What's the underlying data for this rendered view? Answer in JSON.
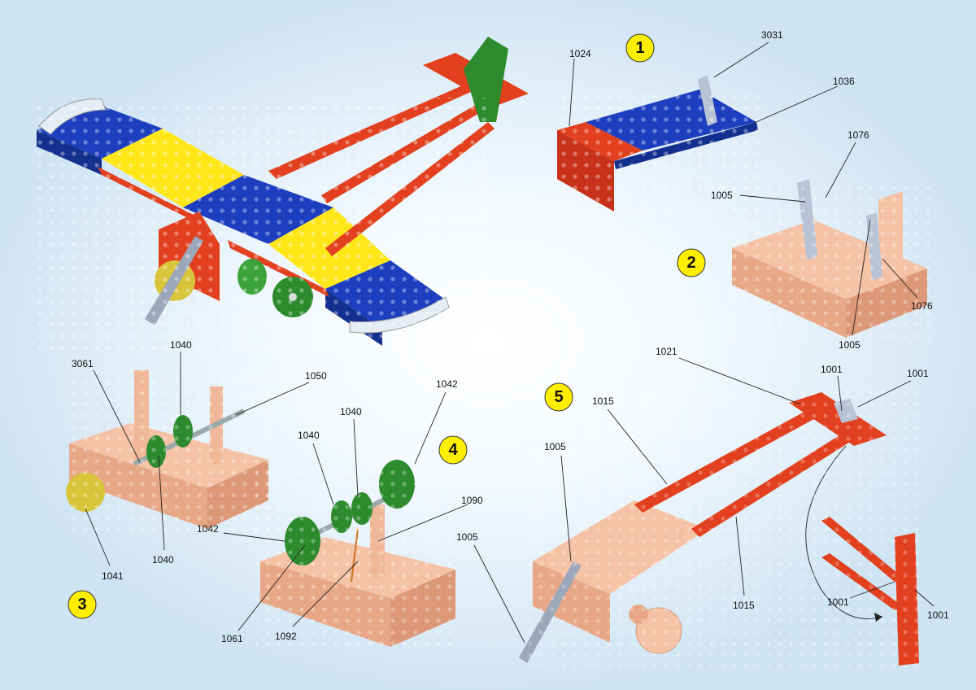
{
  "steps": [
    {
      "number": "1",
      "labels": [
        "1024",
        "3031",
        "1036"
      ]
    },
    {
      "number": "2",
      "labels": [
        "1076",
        "1005",
        "1076",
        "1005"
      ]
    },
    {
      "number": "3",
      "labels": [
        "3061",
        "1040",
        "1050",
        "1040",
        "1041"
      ]
    },
    {
      "number": "4",
      "labels": [
        "1042",
        "1040",
        "1040",
        "1090",
        "1042",
        "1061",
        "1092"
      ]
    },
    {
      "number": "5",
      "labels": [
        "1005",
        "1005",
        "1015",
        "1021",
        "1001",
        "1001",
        "1015",
        "1001",
        "1001"
      ]
    }
  ],
  "colors": {
    "red": "#e2401f",
    "blue": "#1d3fbf",
    "yellow": "#ffe619",
    "green": "#2d8a2d",
    "copper": "#f2b89a",
    "silver": "#b8c4d6",
    "step_badge": "#ffee00"
  }
}
